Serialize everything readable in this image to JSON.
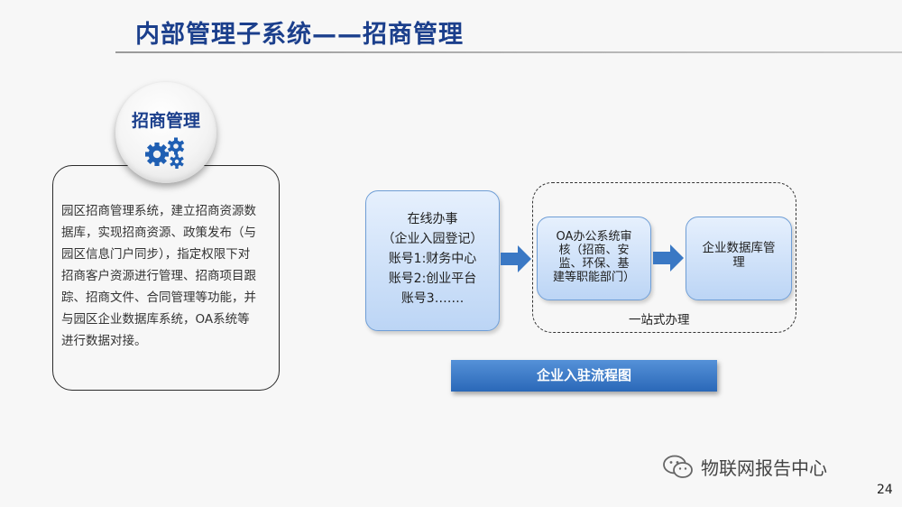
{
  "header": {
    "title": "内部管理子系统——招商管理"
  },
  "badge": {
    "title": "招商管理",
    "icon": "gears-icon"
  },
  "description": {
    "lines": [
      "园区招商管理系统，建立招商资源数",
      "据库，实现招商资源、政策发布（与",
      "园区信息门户同步），指定权限下对",
      "招商客户资源进行管理、招商项目跟",
      "踪、招商文件、合同管理等功能，并",
      "与园区企业数据库系统，OA系统等",
      "进行数据对接。"
    ]
  },
  "flow": {
    "box1": {
      "lines": [
        "在线办事",
        "（企业入园登记）",
        "账号1:财务中心",
        "账号2:创业平台",
        "账号3……."
      ]
    },
    "box2": {
      "lines": [
        "OA办公系统审",
        "核（招商、安",
        "监、环保、基",
        "建等职能部门）"
      ]
    },
    "box3": {
      "lines": [
        "企业数据库管",
        "理"
      ]
    },
    "group_label": "一站式办理",
    "caption": "企业入驻流程图"
  },
  "footer": {
    "watermark": "物联网报告中心",
    "page_number": "24"
  },
  "colors": {
    "title": "#1b3f8c",
    "arrow": "#3a78c4",
    "banner": "#2a68b8"
  }
}
